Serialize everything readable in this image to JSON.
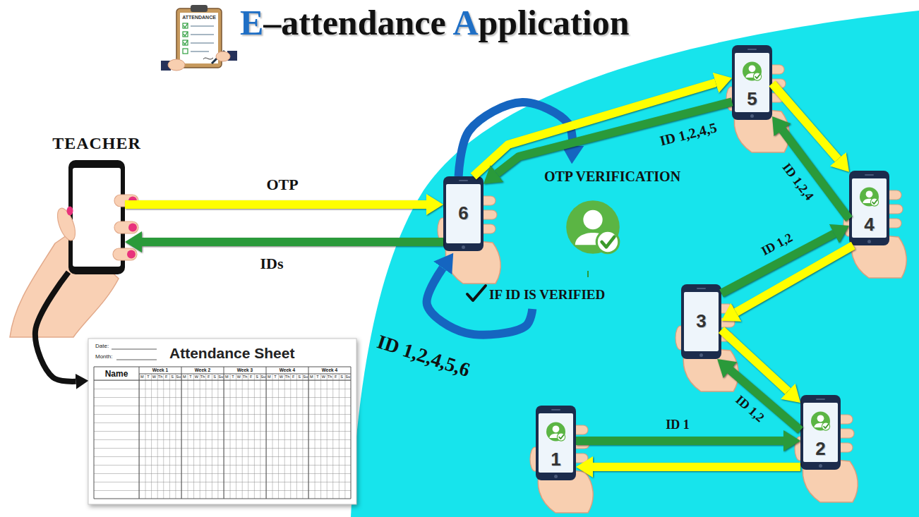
{
  "diagram": {
    "title": "E–attendance Application",
    "nodes": [
      {
        "text": [
          "TEACHER"
        ]
      },
      {
        "text": [
          "Attendance Sheet"
        ]
      },
      {
        "text": [
          "6"
        ]
      },
      {
        "text": [
          "OTP VERIFICATION"
        ]
      },
      {
        "text": [
          "IF ID IS VERIFIED"
        ]
      },
      {
        "text": [
          "5"
        ]
      },
      {
        "text": [
          "4"
        ]
      },
      {
        "text": [
          "3"
        ]
      },
      {
        "text": [
          "2"
        ]
      },
      {
        "text": [
          "1"
        ]
      }
    ],
    "edges": [
      {
        "from": 0,
        "to": 2,
        "label": "OTP",
        "arrow": "to"
      },
      {
        "from": 2,
        "to": 0,
        "label": "IDs",
        "arrow": "to"
      },
      {
        "from": 0,
        "to": 1,
        "arrow": "to"
      },
      {
        "from": 2,
        "to": 3,
        "arrow": "to"
      },
      {
        "from": 4,
        "to": 2,
        "label": "ID 1,2,4,5,6",
        "arrow": "to"
      },
      {
        "from": 2,
        "to": 5,
        "arrow": "to"
      },
      {
        "from": 5,
        "to": 2,
        "label": "ID 1,2,4,5",
        "arrow": "to"
      },
      {
        "from": 5,
        "to": 6,
        "arrow": "to"
      },
      {
        "from": 6,
        "to": 5,
        "label": "ID 1,2,4",
        "arrow": "to"
      },
      {
        "from": 6,
        "to": 7,
        "arrow": "to"
      },
      {
        "from": 7,
        "to": 6,
        "label": "ID 1,2",
        "arrow": "to"
      },
      {
        "from": 7,
        "to": 8,
        "arrow": "to"
      },
      {
        "from": 8,
        "to": 7,
        "label": "ID 1,2",
        "arrow": "to"
      },
      {
        "from": 9,
        "to": 8,
        "label": "ID 1",
        "arrow": "to"
      },
      {
        "from": 8,
        "to": 9,
        "arrow": "to"
      }
    ],
    "labels": [
      "ATTENDANCE",
      "Date:",
      "Month:",
      "Name",
      "Week 1",
      "Week 2",
      "Week 3",
      "Week 4",
      "Week 4",
      "M",
      "T",
      "W",
      "Th",
      "F",
      "S",
      "Su",
      "M",
      "T",
      "W",
      "Th",
      "F",
      "S",
      "Su",
      "M",
      "T",
      "W",
      "Th",
      "F",
      "S",
      "Su",
      "M",
      "T",
      "W",
      "Th",
      "F",
      "S",
      "Su",
      "M",
      "T",
      "W",
      "Th",
      "F",
      "S",
      "Su"
    ]
  }
}
